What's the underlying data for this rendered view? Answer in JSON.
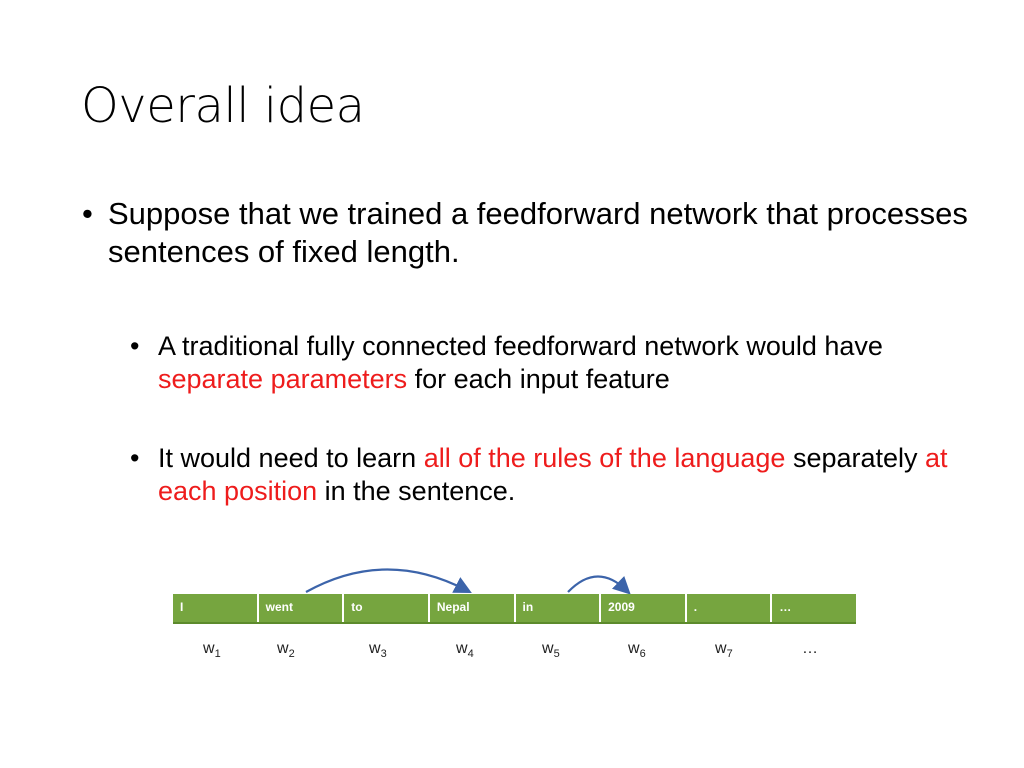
{
  "title": "Overall idea",
  "bullets": [
    {
      "parts": [
        {
          "text": "Suppose that we trained a feedforward network that processes sentences of fixed length.",
          "highlight": false
        }
      ]
    }
  ],
  "sub_bullets": [
    {
      "parts": [
        {
          "text": "A traditional fully connected feedforward network would have ",
          "highlight": false
        },
        {
          "text": "separate parameters",
          "highlight": true
        },
        {
          "text": " for each input feature",
          "highlight": false
        }
      ]
    },
    {
      "parts": [
        {
          "text": "It would need to learn ",
          "highlight": false
        },
        {
          "text": "all of the rules of the language",
          "highlight": true
        },
        {
          "text": " separately ",
          "highlight": false
        },
        {
          "text": "at each position",
          "highlight": true
        },
        {
          "text": " in the sentence.",
          "highlight": false
        }
      ]
    }
  ],
  "bullet_glyph": "•",
  "tokens": [
    "I",
    "went",
    "to",
    "Nepal",
    "in",
    "2009",
    ".",
    "…"
  ],
  "word_labels": [
    {
      "base": "w",
      "sub": "1"
    },
    {
      "base": "w",
      "sub": "2"
    },
    {
      "base": "w",
      "sub": "3"
    },
    {
      "base": "w",
      "sub": "4"
    },
    {
      "base": "w",
      "sub": "5"
    },
    {
      "base": "w",
      "sub": "6"
    },
    {
      "base": "w",
      "sub": "7"
    },
    {
      "base": "…",
      "sub": ""
    }
  ],
  "colors": {
    "highlight": "#ee1c1c",
    "token_fill": "#76a53f",
    "arrow": "#3c64aa"
  }
}
